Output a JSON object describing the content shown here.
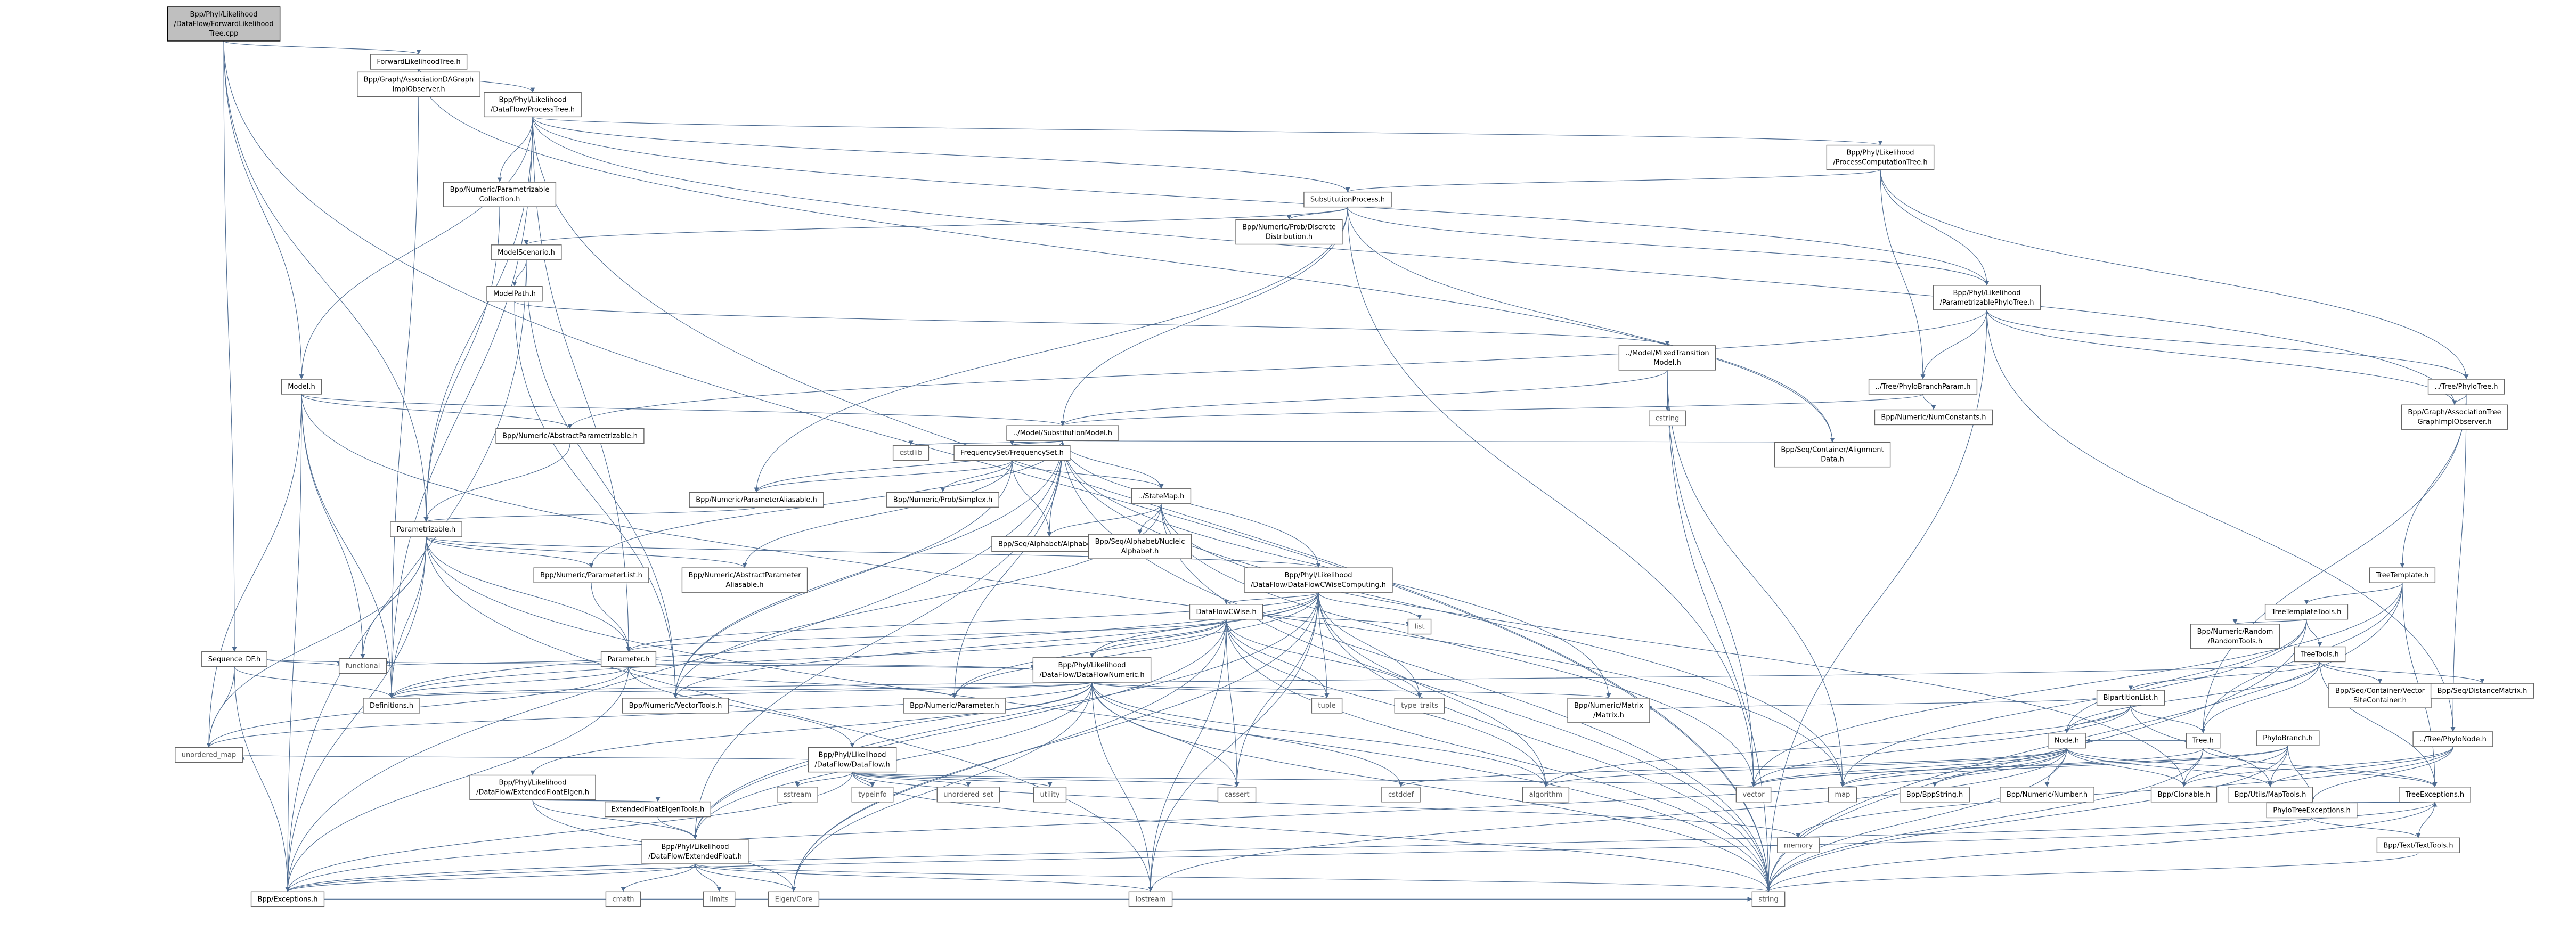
{
  "nodes": [
    {
      "id": "root",
      "lines": [
        "Bpp/Phyl/Likelihood",
        "/DataFlow/ForwardLikelihood",
        "Tree.cpp"
      ],
      "root": true
    },
    {
      "id": "flt",
      "lines": [
        "ForwardLikelihoodTree.h"
      ]
    },
    {
      "id": "gaog",
      "lines": [
        "Bpp/Graph/AssociationDAGraph",
        "ImplObserver.h"
      ]
    },
    {
      "id": "pt",
      "lines": [
        "Bpp/Phyl/Likelihood",
        "/DataFlow/ProcessTree.h"
      ]
    },
    {
      "id": "pct",
      "lines": [
        "Bpp/Phyl/Likelihood",
        "/ProcessComputationTree.h"
      ]
    },
    {
      "id": "npc",
      "lines": [
        "Bpp/Numeric/Parametrizable",
        "Collection.h"
      ]
    },
    {
      "id": "sp",
      "lines": [
        "SubstitutionProcess.h"
      ]
    },
    {
      "id": "pdd",
      "lines": [
        "Bpp/Numeric/Prob/Discrete",
        "Distribution.h"
      ]
    },
    {
      "id": "ms",
      "lines": [
        "ModelScenario.h"
      ]
    },
    {
      "id": "mp",
      "lines": [
        "ModelPath.h"
      ]
    },
    {
      "id": "ppt",
      "lines": [
        "Bpp/Phyl/Likelihood",
        "/ParametrizablePhyloTree.h"
      ]
    },
    {
      "id": "model",
      "lines": [
        "Model.h"
      ]
    },
    {
      "id": "mmt",
      "lines": [
        "../Model/MixedTransition",
        "Model.h"
      ]
    },
    {
      "id": "pbp",
      "lines": [
        "../Tree/PhyloBranchParam.h"
      ]
    },
    {
      "id": "ptree",
      "lines": [
        "../Tree/PhyloTree.h"
      ]
    },
    {
      "id": "cstring",
      "lines": [
        "cstring"
      ],
      "plain": true
    },
    {
      "id": "nnc",
      "lines": [
        "Bpp/Numeric/NumConstants.h"
      ]
    },
    {
      "id": "gato",
      "lines": [
        "Bpp/Graph/AssociationTree",
        "GraphImplObserver.h"
      ]
    },
    {
      "id": "nap",
      "lines": [
        "Bpp/Numeric/AbstractParametrizable.h"
      ]
    },
    {
      "id": "msm",
      "lines": [
        "../Model/SubstitutionModel.h"
      ]
    },
    {
      "id": "cstdlib",
      "lines": [
        "cstdlib"
      ],
      "plain": true
    },
    {
      "id": "fs",
      "lines": [
        "FrequencySet/FrequencySet.h"
      ]
    },
    {
      "id": "sca",
      "lines": [
        "Bpp/Seq/Container/Alignment",
        "Data.h"
      ]
    },
    {
      "id": "npa",
      "lines": [
        "Bpp/Numeric/ParameterAliasable.h"
      ]
    },
    {
      "id": "nps",
      "lines": [
        "Bpp/Numeric/Prob/Simplex.h"
      ]
    },
    {
      "id": "smap",
      "lines": [
        "../StateMap.h"
      ]
    },
    {
      "id": "param",
      "lines": [
        "Parametrizable.h"
      ]
    },
    {
      "id": "sa",
      "lines": [
        "Bpp/Seq/Alphabet/Alphabet.h"
      ]
    },
    {
      "id": "sna",
      "lines": [
        "Bpp/Seq/Alphabet/Nucleic",
        "Alphabet.h"
      ]
    },
    {
      "id": "tt",
      "lines": [
        "TreeTemplate.h"
      ]
    },
    {
      "id": "npl",
      "lines": [
        "Bpp/Numeric/ParameterList.h"
      ]
    },
    {
      "id": "napa",
      "lines": [
        "Bpp/Numeric/AbstractParameter",
        "Aliasable.h"
      ]
    },
    {
      "id": "dfcw",
      "lines": [
        "Bpp/Phyl/Likelihood",
        "/DataFlow/DataFlowCWiseComputing.h"
      ]
    },
    {
      "id": "ttt",
      "lines": [
        "TreeTemplateTools.h"
      ]
    },
    {
      "id": "dfc",
      "lines": [
        "DataFlowCWise.h"
      ]
    },
    {
      "id": "list",
      "lines": [
        "list"
      ],
      "plain": true
    },
    {
      "id": "nrrt",
      "lines": [
        "Bpp/Numeric/Random",
        "/RandomTools.h"
      ]
    },
    {
      "id": "ttools",
      "lines": [
        "TreeTools.h"
      ]
    },
    {
      "id": "seqdf",
      "lines": [
        "Sequence_DF.h"
      ]
    },
    {
      "id": "parh",
      "lines": [
        "Parameter.h"
      ]
    },
    {
      "id": "functional",
      "lines": [
        "functional"
      ],
      "plain": true
    },
    {
      "id": "dfn",
      "lines": [
        "Bpp/Phyl/Likelihood",
        "/DataFlow/DataFlowNumeric.h"
      ]
    },
    {
      "id": "bpl",
      "lines": [
        "BipartitionList.h"
      ]
    },
    {
      "id": "scvs",
      "lines": [
        "Bpp/Seq/Container/Vector",
        "SiteContainer.h"
      ]
    },
    {
      "id": "sdm",
      "lines": [
        "Bpp/Seq/DistanceMatrix.h"
      ]
    },
    {
      "id": "defs",
      "lines": [
        "Definitions.h"
      ]
    },
    {
      "id": "nvt",
      "lines": [
        "Bpp/Numeric/VectorTools.h"
      ]
    },
    {
      "id": "nparam",
      "lines": [
        "Bpp/Numeric/Parameter.h"
      ]
    },
    {
      "id": "tuple",
      "lines": [
        "tuple"
      ],
      "plain": true
    },
    {
      "id": "tt2",
      "lines": [
        "type_traits"
      ],
      "plain": true
    },
    {
      "id": "nmm",
      "lines": [
        "Bpp/Numeric/Matrix",
        "/Matrix.h"
      ]
    },
    {
      "id": "tree",
      "lines": [
        "Tree.h"
      ]
    },
    {
      "id": "node",
      "lines": [
        "Node.h"
      ]
    },
    {
      "id": "pbh",
      "lines": [
        "PhyloBranch.h"
      ]
    },
    {
      "id": "tpn",
      "lines": [
        "../Tree/PhyloNode.h"
      ]
    },
    {
      "id": "um",
      "lines": [
        "unordered_map"
      ],
      "plain": true
    },
    {
      "id": "dflow",
      "lines": [
        "Bpp/Phyl/Likelihood",
        "/DataFlow/DataFlow.h"
      ]
    },
    {
      "id": "efe",
      "lines": [
        "Bpp/Phyl/Likelihood",
        "/DataFlow/ExtendedFloatEigen.h"
      ]
    },
    {
      "id": "cstddef",
      "lines": [
        "cstddef"
      ],
      "plain": true
    },
    {
      "id": "algo",
      "lines": [
        "algorithm"
      ],
      "plain": true
    },
    {
      "id": "cassert",
      "lines": [
        "cassert"
      ],
      "plain": true
    },
    {
      "id": "vector",
      "lines": [
        "vector"
      ],
      "plain": true
    },
    {
      "id": "map",
      "lines": [
        "map"
      ],
      "plain": true
    },
    {
      "id": "bppstr",
      "lines": [
        "Bpp/BppString.h"
      ]
    },
    {
      "id": "nn",
      "lines": [
        "Bpp/Numeric/Number.h"
      ]
    },
    {
      "id": "clon",
      "lines": [
        "Bpp/Clonable.h"
      ]
    },
    {
      "id": "umt",
      "lines": [
        "Bpp/Utils/MapTools.h"
      ]
    },
    {
      "id": "pte",
      "lines": [
        "PhyloTreeExceptions.h"
      ]
    },
    {
      "id": "te",
      "lines": [
        "TreeExceptions.h"
      ]
    },
    {
      "id": "sstream",
      "lines": [
        "sstream"
      ],
      "plain": true
    },
    {
      "id": "typeinfo",
      "lines": [
        "typeinfo"
      ],
      "plain": true
    },
    {
      "id": "us",
      "lines": [
        "unordered_set"
      ],
      "plain": true
    },
    {
      "id": "utility",
      "lines": [
        "utility"
      ],
      "plain": true
    },
    {
      "id": "efet",
      "lines": [
        "ExtendedFloatEigenTools.h"
      ]
    },
    {
      "id": "memory",
      "lines": [
        "memory"
      ],
      "plain": true
    },
    {
      "id": "ttext",
      "lines": [
        "Bpp/Text/TextTools.h"
      ]
    },
    {
      "id": "ef",
      "lines": [
        "Bpp/Phyl/Likelihood",
        "/DataFlow/ExtendedFloat.h"
      ]
    },
    {
      "id": "exc",
      "lines": [
        "Bpp/Exceptions.h"
      ]
    },
    {
      "id": "cmath",
      "lines": [
        "cmath"
      ],
      "plain": true
    },
    {
      "id": "limits",
      "lines": [
        "limits"
      ],
      "plain": true
    },
    {
      "id": "eigen",
      "lines": [
        "Eigen/Core"
      ],
      "plain": true
    },
    {
      "id": "iostream",
      "lines": [
        "iostream"
      ],
      "plain": true
    },
    {
      "id": "string",
      "lines": [
        "string"
      ],
      "plain": true
    }
  ],
  "edges": [
    [
      "root",
      "flt"
    ],
    [
      "root",
      "model"
    ],
    [
      "root",
      "param"
    ],
    [
      "root",
      "seqdf"
    ],
    [
      "root",
      "string"
    ],
    [
      "flt",
      "gaog"
    ],
    [
      "flt",
      "pt"
    ],
    [
      "flt",
      "sca"
    ],
    [
      "flt",
      "defs"
    ],
    [
      "pt",
      "pct"
    ],
    [
      "pt",
      "npc"
    ],
    [
      "pt",
      "sp"
    ],
    [
      "pt",
      "ppt"
    ],
    [
      "pt",
      "model"
    ],
    [
      "pt",
      "param"
    ],
    [
      "pt",
      "parh"
    ],
    [
      "pt",
      "gato"
    ],
    [
      "pt",
      "defs"
    ],
    [
      "pt",
      "string"
    ],
    [
      "pct",
      "sp"
    ],
    [
      "pct",
      "ppt"
    ],
    [
      "pct",
      "pbp"
    ],
    [
      "pct",
      "ptree"
    ],
    [
      "npc",
      "param"
    ],
    [
      "sp",
      "pdd"
    ],
    [
      "sp",
      "ms"
    ],
    [
      "sp",
      "ppt"
    ],
    [
      "sp",
      "msm"
    ],
    [
      "sp",
      "sca"
    ],
    [
      "sp",
      "npa"
    ],
    [
      "sp",
      "vector"
    ],
    [
      "ms",
      "mp"
    ],
    [
      "ms",
      "exc"
    ],
    [
      "ms",
      "nvt"
    ],
    [
      "mp",
      "mmt"
    ],
    [
      "mp",
      "nvt"
    ],
    [
      "ppt",
      "pbp"
    ],
    [
      "ppt",
      "ptree"
    ],
    [
      "ppt",
      "nap"
    ],
    [
      "ppt",
      "gato"
    ],
    [
      "ppt",
      "string"
    ],
    [
      "ppt",
      "tpn"
    ],
    [
      "model",
      "nap"
    ],
    [
      "model",
      "msm"
    ],
    [
      "model",
      "defs"
    ],
    [
      "model",
      "functional"
    ],
    [
      "model",
      "um"
    ],
    [
      "model",
      "exc"
    ],
    [
      "model",
      "map"
    ],
    [
      "mmt",
      "msm"
    ],
    [
      "mmt",
      "cstring"
    ],
    [
      "mmt",
      "string"
    ],
    [
      "mmt",
      "map"
    ],
    [
      "mmt",
      "vector"
    ],
    [
      "pbp",
      "msm"
    ],
    [
      "pbp",
      "nnc"
    ],
    [
      "ptree",
      "gato"
    ],
    [
      "ptree",
      "tt"
    ],
    [
      "ptree",
      "tree"
    ],
    [
      "ptree",
      "tpn"
    ],
    [
      "nap",
      "param"
    ],
    [
      "msm",
      "cstdlib"
    ],
    [
      "msm",
      "fs"
    ],
    [
      "msm",
      "sca"
    ],
    [
      "msm",
      "npa"
    ],
    [
      "msm",
      "smap"
    ],
    [
      "msm",
      "sa"
    ],
    [
      "msm",
      "npl"
    ],
    [
      "msm",
      "dfcw"
    ],
    [
      "msm",
      "nmm"
    ],
    [
      "msm",
      "ef"
    ],
    [
      "msm",
      "nparam"
    ],
    [
      "msm",
      "exc"
    ],
    [
      "msm",
      "map"
    ],
    [
      "msm",
      "string"
    ],
    [
      "msm",
      "nvt"
    ],
    [
      "fs",
      "npa"
    ],
    [
      "fs",
      "nps"
    ],
    [
      "fs",
      "smap"
    ],
    [
      "fs",
      "sa"
    ],
    [
      "fs",
      "napa"
    ],
    [
      "fs",
      "nvt"
    ],
    [
      "npa",
      "param"
    ],
    [
      "smap",
      "sa"
    ],
    [
      "smap",
      "sna"
    ],
    [
      "smap",
      "clon"
    ],
    [
      "smap",
      "vector"
    ],
    [
      "smap",
      "string"
    ],
    [
      "smap",
      "nvt"
    ],
    [
      "param",
      "npl"
    ],
    [
      "param",
      "napa"
    ],
    [
      "param",
      "dfcw"
    ],
    [
      "param",
      "parh"
    ],
    [
      "param",
      "defs"
    ],
    [
      "param",
      "functional"
    ],
    [
      "param",
      "um"
    ],
    [
      "param",
      "exc"
    ],
    [
      "param",
      "iostream"
    ],
    [
      "param",
      "string"
    ],
    [
      "tt",
      "ttt"
    ],
    [
      "tt",
      "tree"
    ],
    [
      "tt",
      "te"
    ],
    [
      "tt",
      "string"
    ],
    [
      "tt",
      "vector"
    ],
    [
      "npl",
      "parh"
    ],
    [
      "dfcw",
      "dfc"
    ],
    [
      "dfcw",
      "list"
    ],
    [
      "dfcw",
      "parh"
    ],
    [
      "dfcw",
      "dfn"
    ],
    [
      "dfcw",
      "defs"
    ],
    [
      "dfcw",
      "nvt"
    ],
    [
      "dfcw",
      "nparam"
    ],
    [
      "dfcw",
      "tuple"
    ],
    [
      "dfcw",
      "tt2"
    ],
    [
      "dfcw",
      "algo"
    ],
    [
      "dfcw",
      "cassert"
    ],
    [
      "dfcw",
      "eigen"
    ],
    [
      "dfcw",
      "iostream"
    ],
    [
      "dfcw",
      "string"
    ],
    [
      "dfcw",
      "ef"
    ],
    [
      "ttt",
      "nrrt"
    ],
    [
      "ttt",
      "ttools"
    ],
    [
      "ttt",
      "node"
    ],
    [
      "ttt",
      "string"
    ],
    [
      "ttt",
      "map"
    ],
    [
      "dfc",
      "list"
    ],
    [
      "dfc",
      "parh"
    ],
    [
      "dfc",
      "dfn"
    ],
    [
      "dfc",
      "defs"
    ],
    [
      "dfc",
      "nparam"
    ],
    [
      "dfc",
      "tuple"
    ],
    [
      "dfc",
      "tt2"
    ],
    [
      "dfc",
      "algo"
    ],
    [
      "dfc",
      "cassert"
    ],
    [
      "dfc",
      "iostream"
    ],
    [
      "dfc",
      "string"
    ],
    [
      "dfc",
      "eigen"
    ],
    [
      "dfc",
      "ef"
    ],
    [
      "ttools",
      "bpl"
    ],
    [
      "ttools",
      "scvs"
    ],
    [
      "ttools",
      "sdm"
    ],
    [
      "ttools",
      "tree"
    ],
    [
      "ttools",
      "te"
    ],
    [
      "ttools",
      "node"
    ],
    [
      "ttools",
      "defs"
    ],
    [
      "seqdf",
      "dfn"
    ],
    [
      "seqdf",
      "defs"
    ],
    [
      "seqdf",
      "functional"
    ],
    [
      "seqdf",
      "um"
    ],
    [
      "seqdf",
      "exc"
    ],
    [
      "parh",
      "dfn"
    ],
    [
      "parh",
      "nparam"
    ],
    [
      "parh",
      "defs"
    ],
    [
      "parh",
      "functional"
    ],
    [
      "parh",
      "dflow"
    ],
    [
      "parh",
      "exc"
    ],
    [
      "parh",
      "um"
    ],
    [
      "dfn",
      "dflow"
    ],
    [
      "dfn",
      "efe"
    ],
    [
      "dfn",
      "nmm"
    ],
    [
      "dfn",
      "nvt"
    ],
    [
      "dfn",
      "tuple"
    ],
    [
      "dfn",
      "defs"
    ],
    [
      "dfn",
      "cstddef"
    ],
    [
      "dfn",
      "algo"
    ],
    [
      "dfn",
      "cassert"
    ],
    [
      "dfn",
      "string"
    ],
    [
      "dfn",
      "eigen"
    ],
    [
      "dfn",
      "iostream"
    ],
    [
      "dfn",
      "um"
    ],
    [
      "dfn",
      "ef"
    ],
    [
      "bpl",
      "tree"
    ],
    [
      "bpl",
      "nmm"
    ],
    [
      "bpl",
      "node"
    ],
    [
      "bpl",
      "algo"
    ],
    [
      "bpl",
      "umt"
    ],
    [
      "bpl",
      "vector"
    ],
    [
      "tree",
      "node"
    ],
    [
      "tree",
      "te"
    ],
    [
      "tree",
      "clon"
    ],
    [
      "tree",
      "string"
    ],
    [
      "tree",
      "vector"
    ],
    [
      "node",
      "te"
    ],
    [
      "node",
      "algo"
    ],
    [
      "node",
      "cstddef"
    ],
    [
      "node",
      "vector"
    ],
    [
      "node",
      "map"
    ],
    [
      "node",
      "bppstr"
    ],
    [
      "node",
      "nn"
    ],
    [
      "node",
      "clon"
    ],
    [
      "node",
      "umt"
    ],
    [
      "node",
      "iostream"
    ],
    [
      "node",
      "string"
    ],
    [
      "node",
      "exc"
    ],
    [
      "pbh",
      "pte"
    ],
    [
      "pbh",
      "clon"
    ],
    [
      "pbh",
      "umt"
    ],
    [
      "pbh",
      "vector"
    ],
    [
      "pbh",
      "map"
    ],
    [
      "pbh",
      "string"
    ],
    [
      "tpn",
      "pte"
    ],
    [
      "tpn",
      "umt"
    ],
    [
      "tpn",
      "clon"
    ],
    [
      "tpn",
      "memory"
    ],
    [
      "dflow",
      "sstream"
    ],
    [
      "dflow",
      "typeinfo"
    ],
    [
      "dflow",
      "us"
    ],
    [
      "dflow",
      "utility"
    ],
    [
      "dflow",
      "vector"
    ],
    [
      "dflow",
      "memory"
    ],
    [
      "dflow",
      "string"
    ],
    [
      "dflow",
      "cassert"
    ],
    [
      "dflow",
      "exc"
    ],
    [
      "dflow",
      "um"
    ],
    [
      "efe",
      "efet"
    ],
    [
      "efe",
      "ef"
    ],
    [
      "efe",
      "eigen"
    ],
    [
      "efet",
      "ef"
    ],
    [
      "pte",
      "te"
    ],
    [
      "pte",
      "ttext"
    ],
    [
      "pte",
      "exc"
    ],
    [
      "te",
      "ttext"
    ],
    [
      "te",
      "exc"
    ],
    [
      "te",
      "string"
    ],
    [
      "ttext",
      "string"
    ],
    [
      "ef",
      "cmath"
    ],
    [
      "ef",
      "limits"
    ],
    [
      "ef",
      "eigen"
    ],
    [
      "ef",
      "string"
    ],
    [
      "ef",
      "iostream"
    ],
    [
      "ef",
      "exc"
    ],
    [
      "exc",
      "string"
    ]
  ]
}
